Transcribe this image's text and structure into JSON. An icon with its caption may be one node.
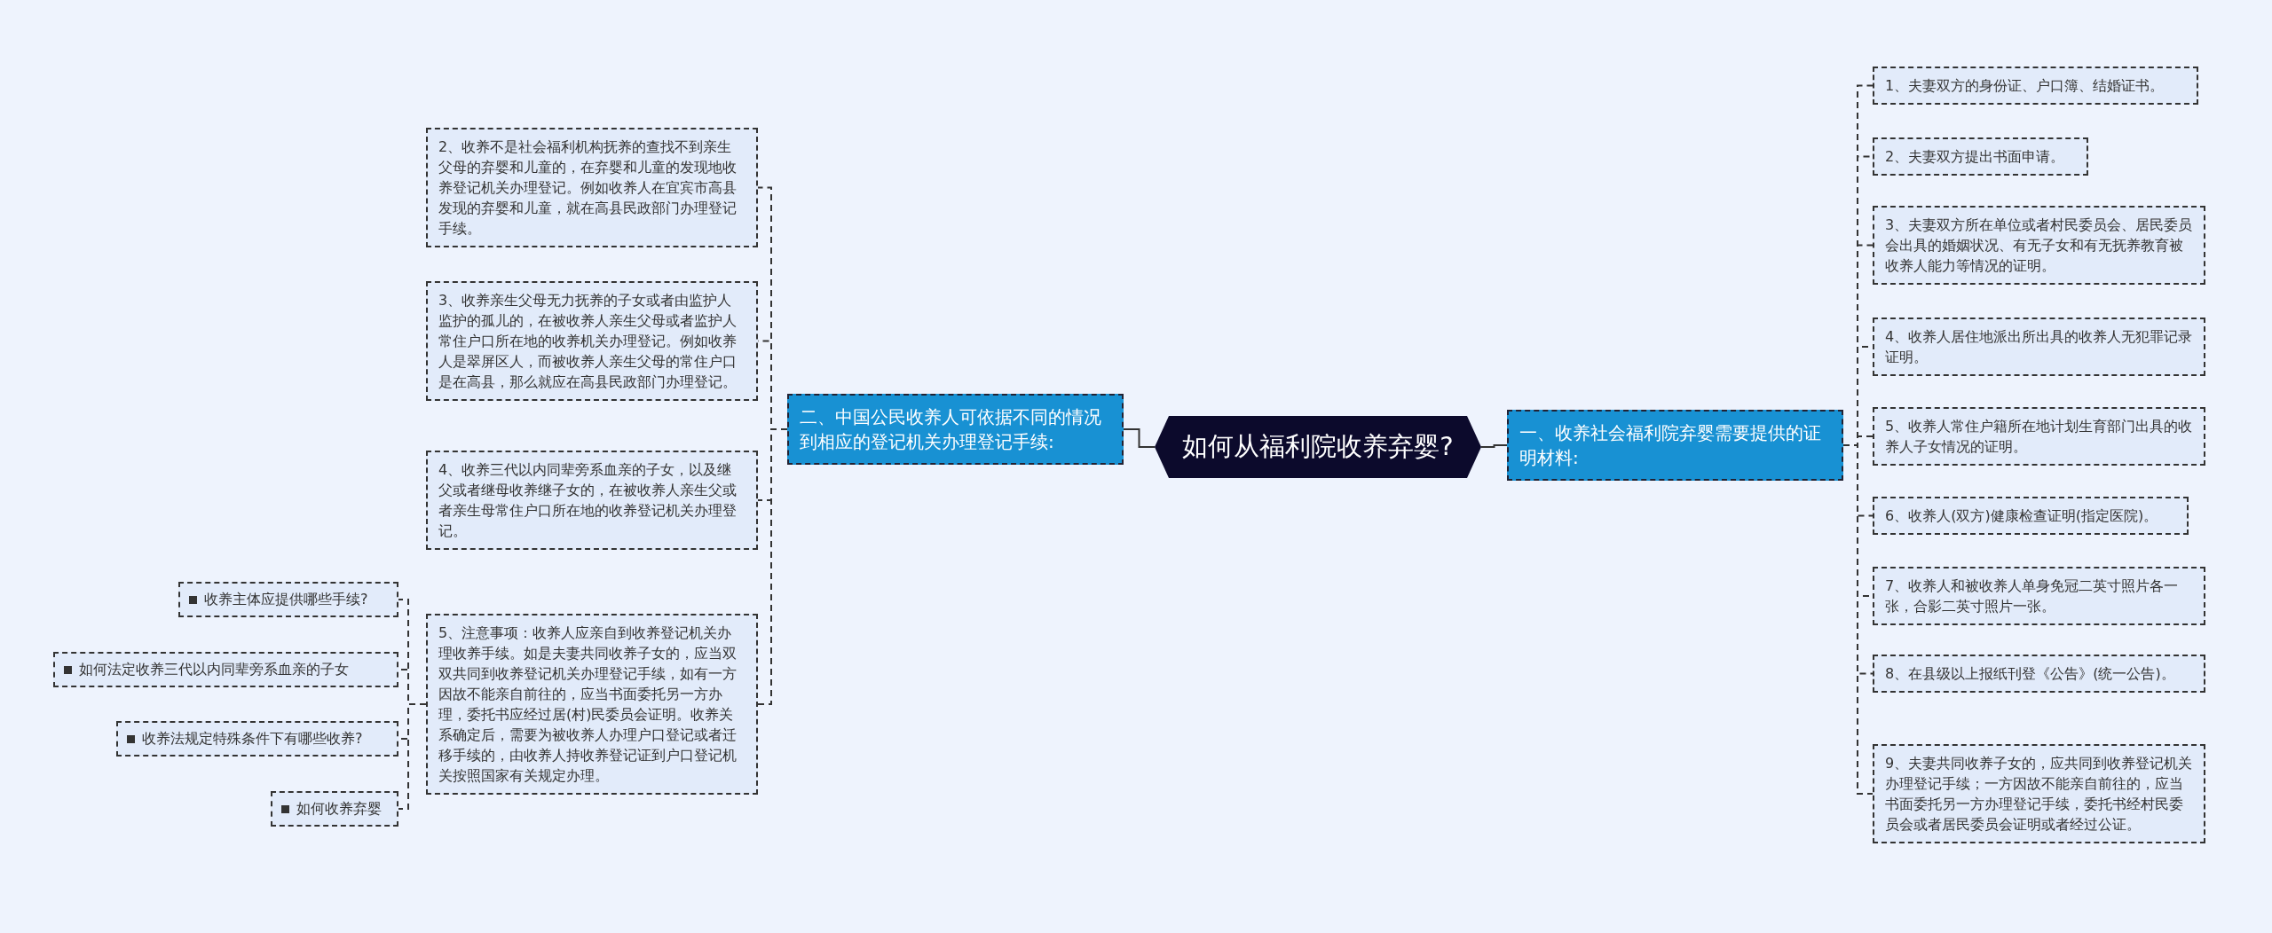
{
  "diagram": {
    "nodes": [
      {
        "text": [
          "如何从福利院收养弃婴?"
        ]
      },
      {
        "text": [
          "一、收养社会福利院弃婴需要提供的证明材料:"
        ]
      },
      {
        "text": [
          "1、夫妻双方的身份证、户口簿、结婚证书。"
        ]
      },
      {
        "text": [
          "2、夫妻双方提出书面申请。"
        ]
      },
      {
        "text": [
          "3、夫妻双方所在单位或者村民委员会、居民委员会出具的婚姻状况、有无子女和有无抚养教育被收养人能力等情况的证明。"
        ]
      },
      {
        "text": [
          "4、收养人居住地派出所出具的收养人无犯罪记录证明。"
        ]
      },
      {
        "text": [
          "5、收养人常住户籍所在地计划生育部门出具的收养人子女情况的证明。"
        ]
      },
      {
        "text": [
          "6、收养人(双方)健康检查证明(指定医院)。"
        ]
      },
      {
        "text": [
          "7、收养人和被收养人单身免冠二英寸照片各一张，合影二英寸照片一张。"
        ]
      },
      {
        "text": [
          "8、在县级以上报纸刊登《公告》(统一公告)。"
        ]
      },
      {
        "text": [
          "9、夫妻共同收养子女的，应共同到收养登记机关办理登记手续；一方因故不能亲自前往的，应当书面委托另一方办理登记手续，委托书经村民委员会或者居民委员会证明或者经过公证。"
        ]
      },
      {
        "text": [
          "二、中国公民收养人可依据不同的情况到相应的登记机关办理登记手续:"
        ]
      },
      {
        "text": [
          "2、收养不是社会福利机构抚养的查找不到亲生父母的弃婴和儿童的，在弃婴和儿童的发现地收养登记机关办理登记。例如收养人在宜宾市高县发现的弃婴和儿童，就在高县民政部门办理登记手续。"
        ]
      },
      {
        "text": [
          "3、收养亲生父母无力抚养的子女或者由监护人监护的孤儿的，在被收养人亲生父母或者监护人常住户口所在地的收养机关办理登记。例如收养人是翠屏区人，而被收养人亲生父母的常住户口是在高县，那么就应在高县民政部门办理登记。"
        ]
      },
      {
        "text": [
          "4、收养三代以内同辈旁系血亲的子女，以及继父或者继母收养继子女的，在被收养人亲生父或者亲生母常住户口所在地的收养登记机关办理登记。"
        ]
      },
      {
        "text": [
          "5、注意事项：收养人应亲自到收养登记机关办理收养手续。如是夫妻共同收养子女的，应当双双共同到收养登记机关办理登记手续，如有一方因故不能亲自前往的，应当书面委托另一方办理，委托书应经过居(村)民委员会证明。收养关系确定后，需要为被收养人办理户口登记或者迁移手续的，由收养人持收养登记证到户口登记机关按照国家有关规定办理。"
        ]
      },
      {
        "text": [
          "收养主体应提供哪些手续?"
        ]
      },
      {
        "text": [
          "如何法定收养三代以内同辈旁系血亲的子女"
        ]
      },
      {
        "text": [
          "收养法规定特殊条件下有哪些收养?"
        ]
      },
      {
        "text": [
          "如何收养弃婴"
        ]
      }
    ],
    "edges": [
      {
        "from": 0,
        "to": 1,
        "arrow": "none"
      },
      {
        "from": 1,
        "to": 2,
        "arrow": "none",
        "style": "dashed"
      },
      {
        "from": 1,
        "to": 3,
        "arrow": "none",
        "style": "dashed"
      },
      {
        "from": 1,
        "to": 4,
        "arrow": "none",
        "style": "dashed"
      },
      {
        "from": 1,
        "to": 5,
        "arrow": "none",
        "style": "dashed"
      },
      {
        "from": 1,
        "to": 6,
        "arrow": "none",
        "style": "dashed"
      },
      {
        "from": 1,
        "to": 7,
        "arrow": "none",
        "style": "dashed"
      },
      {
        "from": 1,
        "to": 8,
        "arrow": "none",
        "style": "dashed"
      },
      {
        "from": 1,
        "to": 9,
        "arrow": "none",
        "style": "dashed"
      },
      {
        "from": 1,
        "to": 10,
        "arrow": "none",
        "style": "dashed"
      },
      {
        "from": 0,
        "to": 11,
        "arrow": "none"
      },
      {
        "from": 11,
        "to": 12,
        "arrow": "none",
        "style": "dashed"
      },
      {
        "from": 11,
        "to": 13,
        "arrow": "none",
        "style": "dashed"
      },
      {
        "from": 11,
        "to": 14,
        "arrow": "none",
        "style": "dashed"
      },
      {
        "from": 11,
        "to": 15,
        "arrow": "none",
        "style": "dashed"
      },
      {
        "from": 15,
        "to": 16,
        "arrow": "none",
        "style": "dashed"
      },
      {
        "from": 15,
        "to": 17,
        "arrow": "none",
        "style": "dashed"
      },
      {
        "from": 15,
        "to": 18,
        "arrow": "none",
        "style": "dashed"
      },
      {
        "from": 15,
        "to": 19,
        "arrow": "none",
        "style": "dashed"
      }
    ]
  }
}
